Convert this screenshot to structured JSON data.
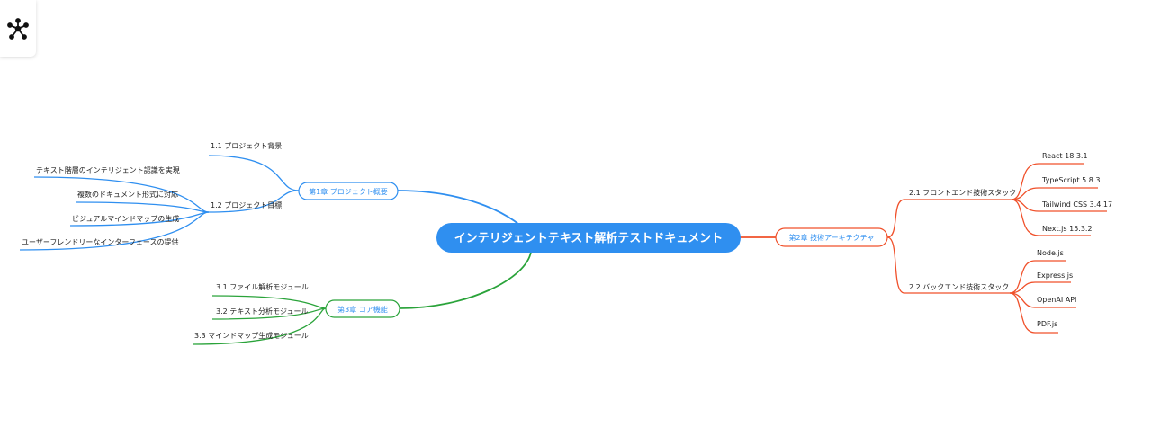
{
  "toolbar": {
    "icon": "mindmap-icon"
  },
  "root": {
    "label": "インテリジェントテキスト解析テストドキュメント",
    "color": "#2f8ff0"
  },
  "chapters": [
    {
      "label": "第1章 プロジェクト概要",
      "color": "#2f8ff0",
      "sections": [
        {
          "label": "1.1 プロジェクト背景",
          "items": []
        },
        {
          "label": "1.2 プロジェクト目標",
          "items": [
            "テキスト階層のインテリジェント認識を実現",
            "複数のドキュメント形式に対応",
            "ビジュアルマインドマップの生成",
            "ユーザーフレンドリーなインターフェースの提供"
          ]
        }
      ]
    },
    {
      "label": "第2章 技術アーキテクチャ",
      "color": "#f0502a",
      "sections": [
        {
          "label": "2.1 フロントエンド技術スタック",
          "items": [
            "React 18.3.1",
            "TypeScript 5.8.3",
            "Tailwind CSS 3.4.17",
            "Next.js 15.3.2"
          ]
        },
        {
          "label": "2.2 バックエンド技術スタック",
          "items": [
            "Node.js",
            "Express.js",
            "OpenAI API",
            "PDF.js"
          ]
        }
      ]
    },
    {
      "label": "第3章 コア機能",
      "color": "#2aa33a",
      "sections": [
        {
          "label": "3.1 ファイル解析モジュール",
          "items": []
        },
        {
          "label": "3.2 テキスト分析モジュール",
          "items": []
        },
        {
          "label": "3.3 マインドマップ生成モジュール",
          "items": []
        }
      ]
    }
  ]
}
